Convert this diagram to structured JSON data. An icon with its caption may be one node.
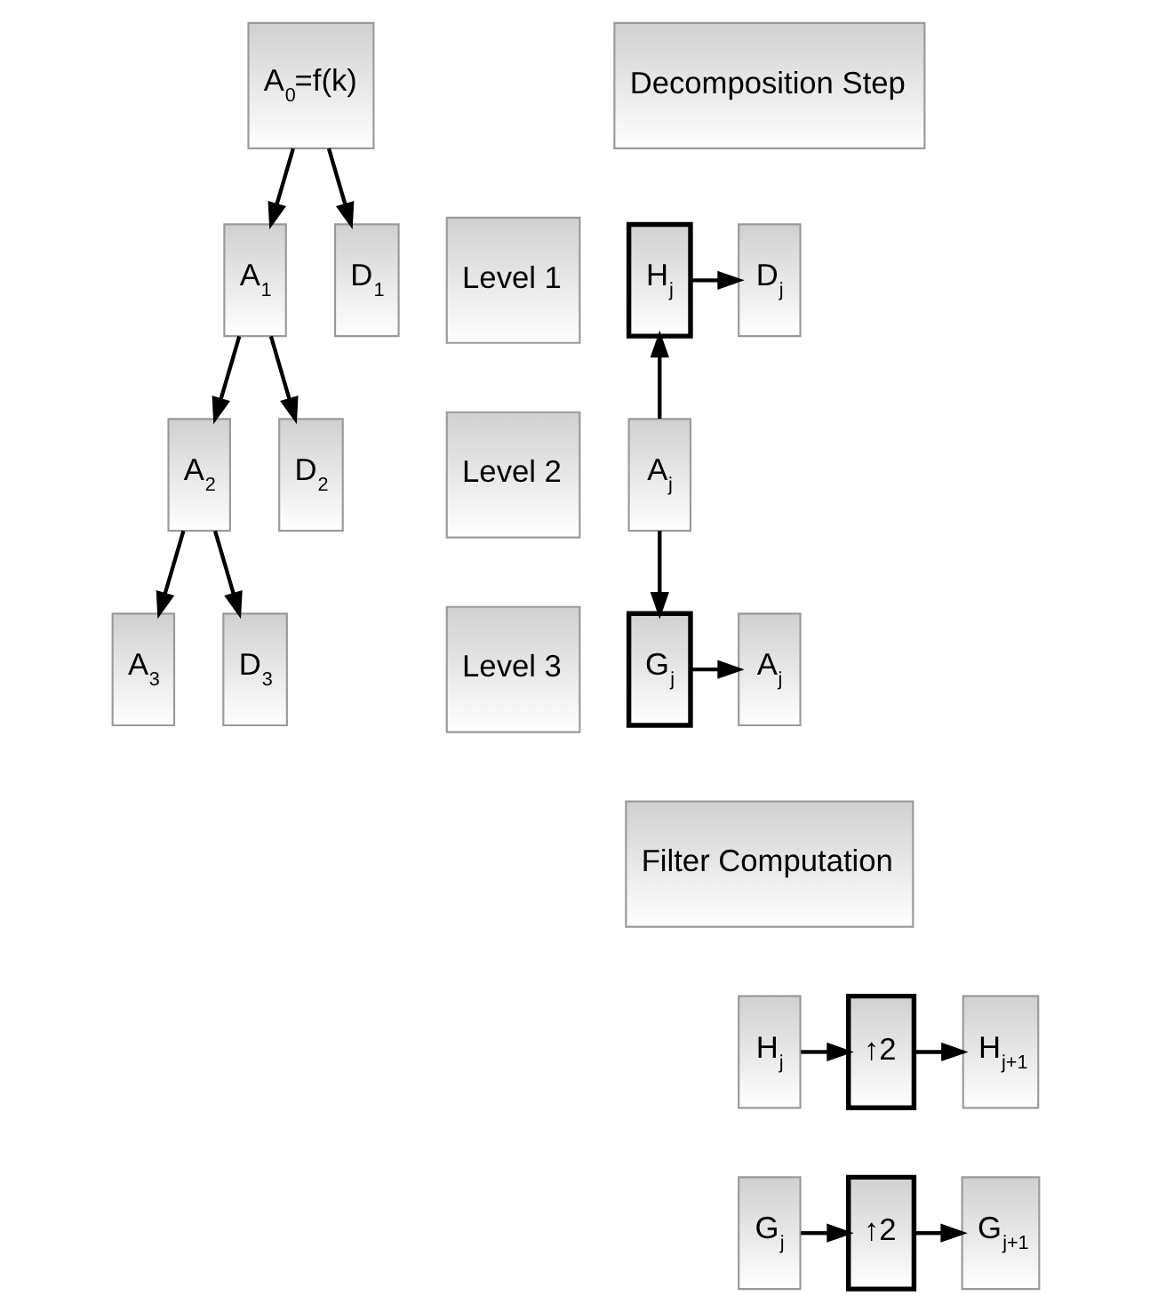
{
  "diagram": {
    "nodes": [
      {
        "text": [
          "A$_{0}$=f(k)"
        ]
      },
      {
        "text": [
          "A$_{1}$"
        ]
      },
      {
        "text": [
          "D$_{1}$"
        ]
      },
      {
        "text": [
          "Level 1"
        ]
      },
      {
        "text": [
          "A$_{2}$"
        ]
      },
      {
        "text": [
          "D$_{2}$"
        ]
      },
      {
        "text": [
          "Level 2"
        ]
      },
      {
        "text": [
          "A$_{3}$"
        ]
      },
      {
        "text": [
          "D$_{3}$"
        ]
      },
      {
        "text": [
          "Level 3"
        ]
      },
      {
        "text": [
          "Decomposition Step"
        ]
      },
      {
        "text": [
          "A$_{j}$"
        ]
      },
      {
        "text": [
          "H$_{j}$"
        ]
      },
      {
        "text": [
          "D$_{j}$"
        ]
      },
      {
        "text": [
          "G$_{j}$"
        ]
      },
      {
        "text": [
          "A$_{j}$"
        ]
      },
      {
        "text": [
          "Filter Computation"
        ]
      },
      {
        "text": [
          "H$_{j}$"
        ]
      },
      {
        "text": [
          "↑2"
        ]
      },
      {
        "text": [
          "H$_{j+1}$"
        ]
      },
      {
        "text": [
          "G$_{j}$"
        ]
      },
      {
        "text": [
          "↑2"
        ]
      },
      {
        "text": [
          "G$_{j+1}$"
        ]
      }
    ],
    "edges": [
      {
        "from": 0,
        "to": 1,
        "arrow": "to"
      },
      {
        "from": 0,
        "to": 2,
        "arrow": "to"
      },
      {
        "from": 1,
        "to": 4,
        "arrow": "to"
      },
      {
        "from": 1,
        "to": 5,
        "arrow": "to"
      },
      {
        "from": 4,
        "to": 7,
        "arrow": "to"
      },
      {
        "from": 4,
        "to": 8,
        "arrow": "to"
      },
      {
        "from": 11,
        "to": 12,
        "arrow": "to"
      },
      {
        "from": 11,
        "to": 14,
        "arrow": "to"
      },
      {
        "from": 12,
        "to": 13,
        "arrow": "to"
      },
      {
        "from": 14,
        "to": 15,
        "arrow": "to"
      },
      {
        "from": 17,
        "to": 18,
        "arrow": "to"
      },
      {
        "from": 18,
        "to": 19,
        "arrow": "to"
      },
      {
        "from": 20,
        "to": 21,
        "arrow": "to"
      },
      {
        "from": 21,
        "to": 22,
        "arrow": "to"
      }
    ]
  }
}
